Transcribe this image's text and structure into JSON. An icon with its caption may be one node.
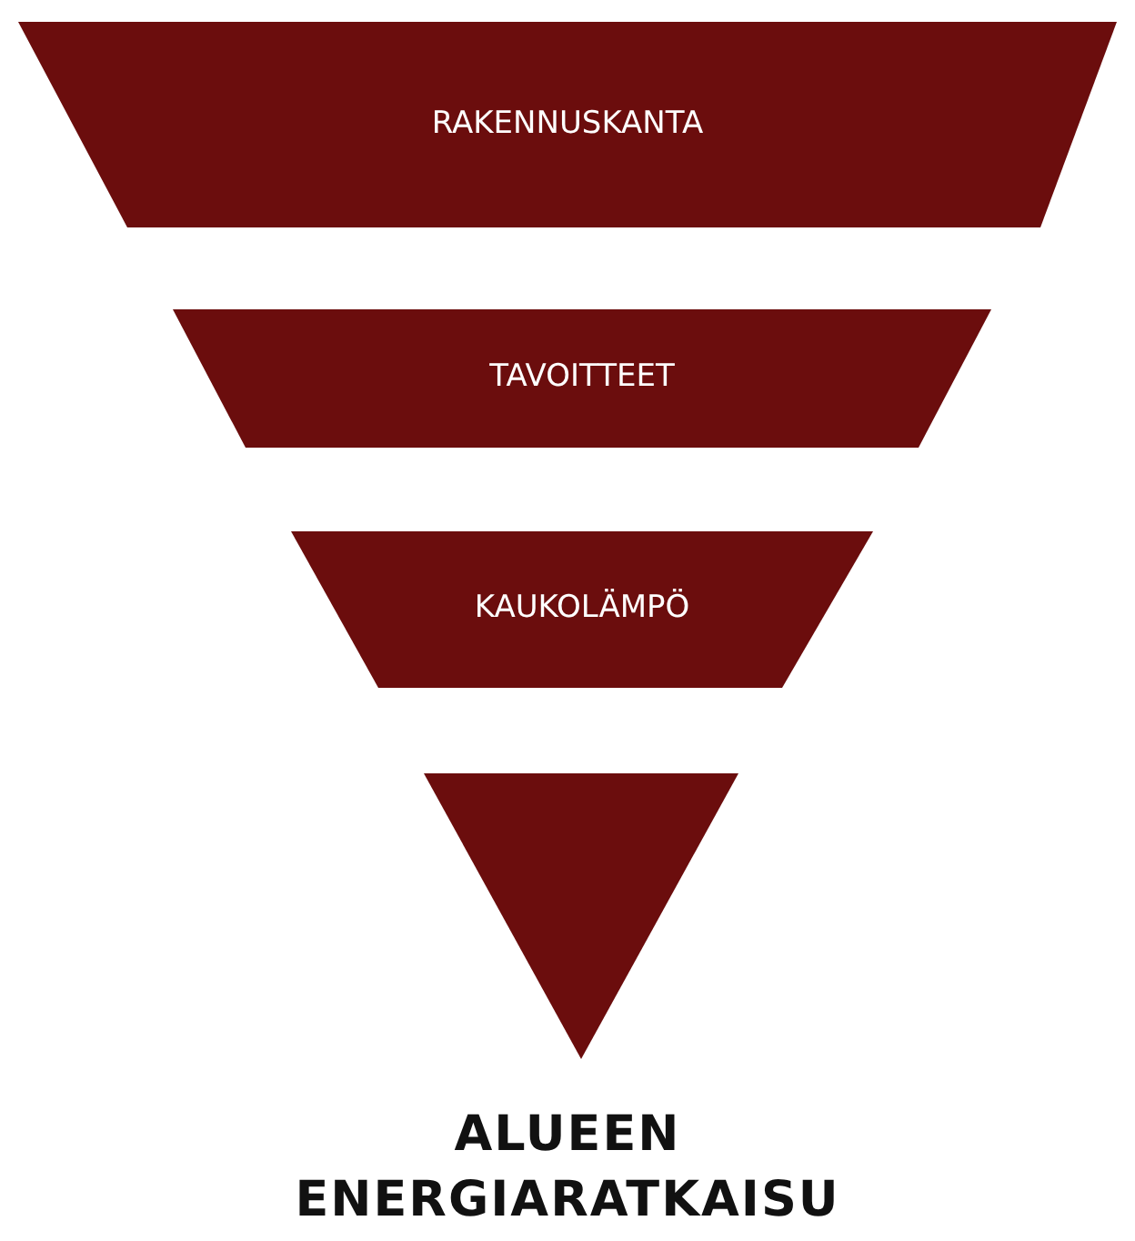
{
  "diagram": {
    "nodes": [
      {
        "text": [
          "RAKENNUSKANTA"
        ]
      },
      {
        "text": [
          "TAVOITTEET"
        ]
      },
      {
        "text": [
          "KAUKOLÄMPÖ"
        ]
      },
      {
        "text": [],
        "shape": "triangle"
      }
    ],
    "labels": [
      "ALUEEN ENERGIARATKAISU"
    ]
  }
}
